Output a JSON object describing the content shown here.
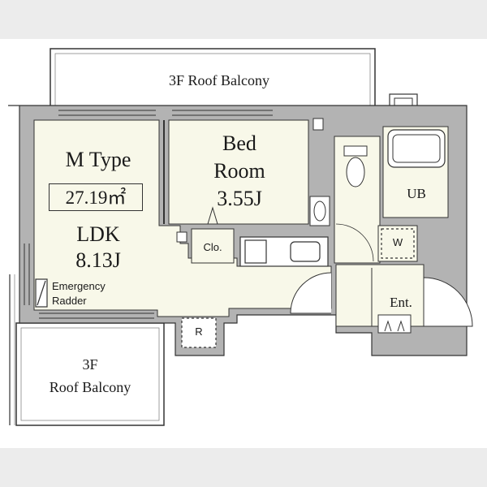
{
  "colors": {
    "wall": "#b3b3b3",
    "floor": "#f8f8e9",
    "balcony": "#ffffff",
    "line": "#333333",
    "band": "#ececec"
  },
  "labels": {
    "roof_balcony_top": "3F Roof Balcony",
    "unit_type": "M Type",
    "area": "27.19㎡",
    "ldk": "LDK",
    "ldk_size": "8.13J",
    "bed_line1": "Bed",
    "bed_line2": "Room",
    "bed_size": "3.55J",
    "closet": "Clo.",
    "emergency_line1": "Emergency",
    "emergency_line2": "Radder",
    "refrigerator": "R",
    "washer": "W",
    "bath": "UB",
    "entrance": "Ent.",
    "roof_balcony_left_line1": "3F",
    "roof_balcony_left_line2": "Roof Balcony"
  }
}
